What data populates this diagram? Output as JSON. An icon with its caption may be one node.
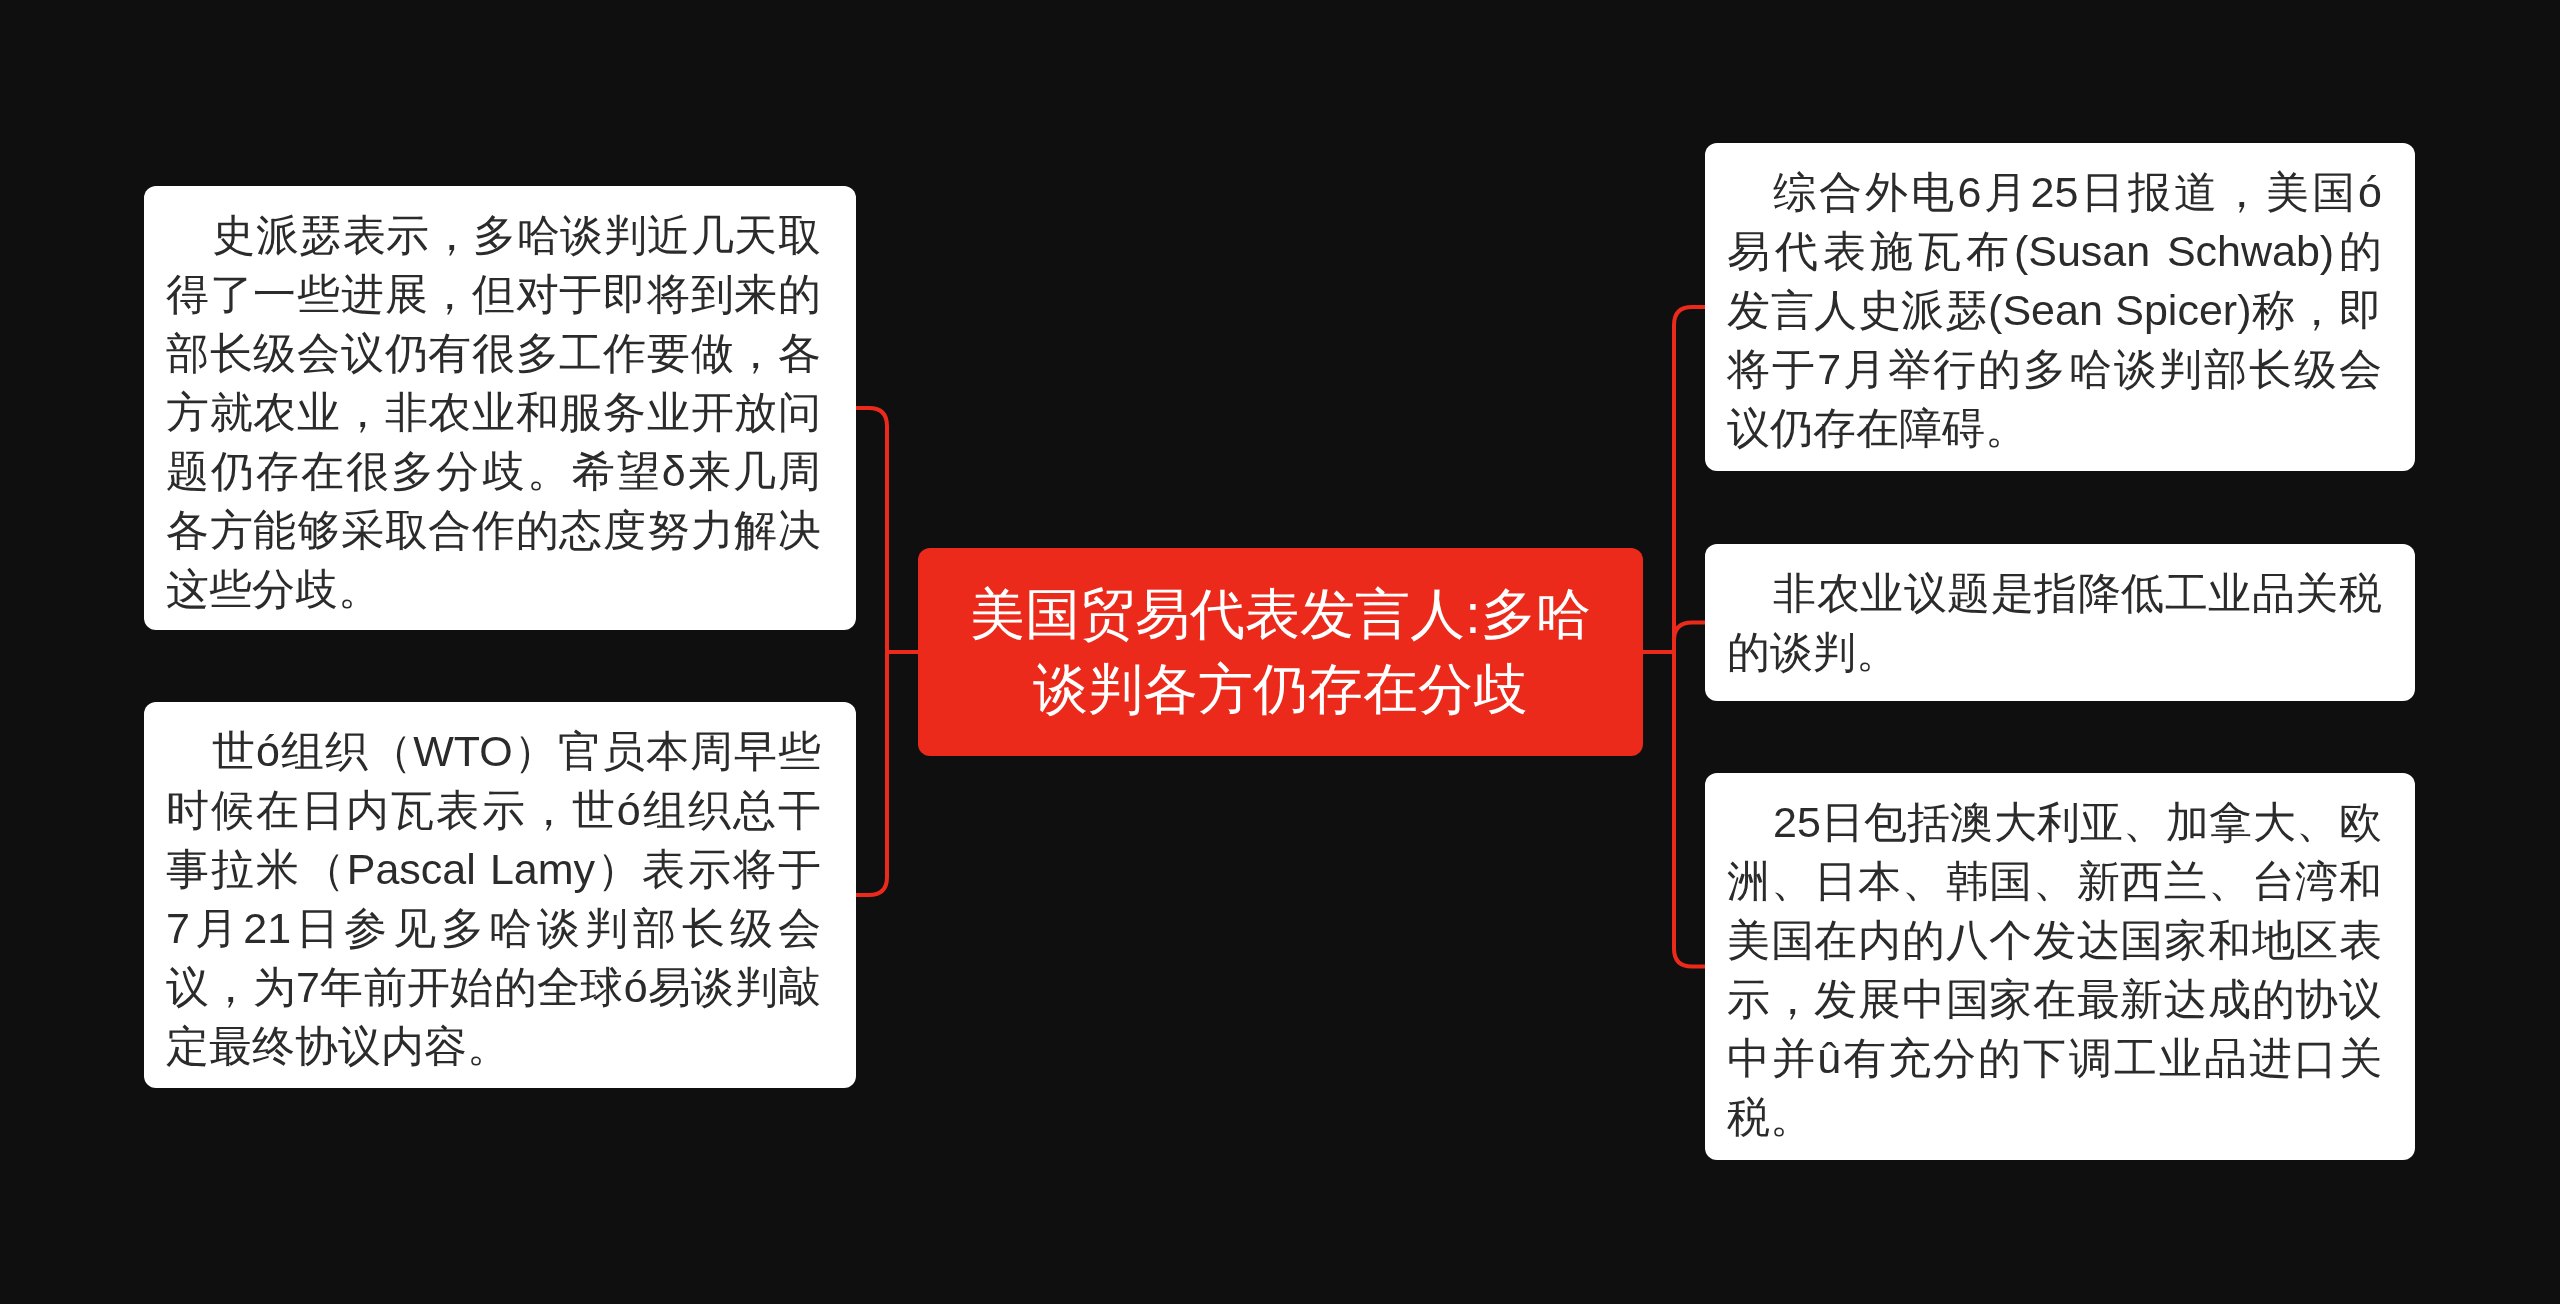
{
  "diagram": {
    "nodes": [
      {
        "text": [
          "史派瑟表示，多哈谈判近几天取得了一些进展，但对于即将到来的部长级会议仍有很多工作要做，各方就农业，非农业和服务业开放问题仍存在很多分歧。希望δ来几周各方能够采取合作的态度努力解决这些分歧。"
        ]
      },
      {
        "text": [
          "世ó组织（WTO）官员本周早些时候在日内瓦表示，世ó组织总干事拉米（Pascal Lamy）表示将于7月21日参见多哈谈判部长级会议，为7年前开始的全球ó易谈判敲定最终协议内容。"
        ]
      },
      {
        "text": [
          "美国贸易代表发言人:多哈谈判各方仍存在分歧"
        ]
      },
      {
        "text": [
          "综合外电6月25日报道，美国ó易代表施瓦布(Susan Schwab)的发言人史派瑟(Sean Spicer)称，即将于7月举行的多哈谈判部长级会议仍存在障碍。"
        ]
      },
      {
        "text": [
          "非农业议题是指降低工业品关税的谈判。"
        ]
      },
      {
        "text": [
          "25日包括澳大利亚、加拿大、欧洲、日本、韩国、新西兰、台湾和美国在内的八个发达国家和地区表示，发展中国家在最新达成的协议中并û有充分的下调工业品进口关税。"
        ]
      }
    ],
    "edges": [
      {
        "from": 2,
        "to": 0,
        "arrow": "none"
      },
      {
        "from": 2,
        "to": 1,
        "arrow": "none"
      },
      {
        "from": 2,
        "to": 3,
        "arrow": "none"
      },
      {
        "from": 2,
        "to": 4,
        "arrow": "none"
      },
      {
        "from": 2,
        "to": 5,
        "arrow": "none"
      }
    ]
  }
}
